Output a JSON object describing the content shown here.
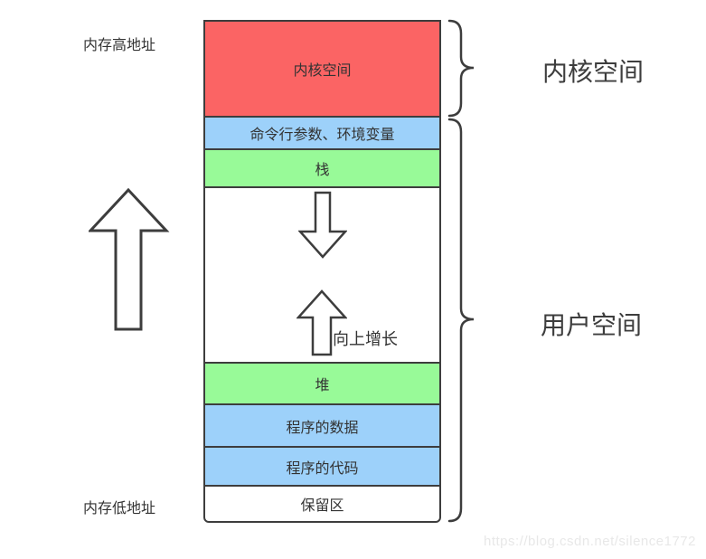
{
  "labels": {
    "high_address": "内存高地址",
    "low_address": "内存低地址",
    "grow_up": "向上增长"
  },
  "memory_regions": [
    {
      "id": "kernel",
      "label": "内核空间",
      "color": "#fb6464"
    },
    {
      "id": "cmdline-env",
      "label": "命令行参数、环境变量",
      "color": "#9dd1fa"
    },
    {
      "id": "stack",
      "label": "栈",
      "color": "#98fa98"
    },
    {
      "id": "growth-gap",
      "label": "",
      "color": "#ffffff"
    },
    {
      "id": "heap",
      "label": "堆",
      "color": "#98fa98"
    },
    {
      "id": "program-data",
      "label": "程序的数据",
      "color": "#9dd1fa"
    },
    {
      "id": "program-code",
      "label": "程序的代码",
      "color": "#9dd1fa"
    },
    {
      "id": "reserved",
      "label": "保留区",
      "color": "#ffffff"
    }
  ],
  "annotations": {
    "kernel_space": "内核空间",
    "user_space": "用户空间"
  },
  "icons": {
    "left_arrow": "up-arrow-outline",
    "gap_top_arrow": "down-arrow-outline",
    "gap_bottom_arrow": "up-arrow-outline"
  },
  "watermark": "https://blog.csdn.net/silence1772",
  "colors": {
    "region_red": "#fb6464",
    "region_blue": "#9dd1fa",
    "region_green": "#98fa98",
    "border": "#3d3d3d",
    "text": "#333333",
    "watermark": "#e8e8e8",
    "background": "#ffffff"
  }
}
